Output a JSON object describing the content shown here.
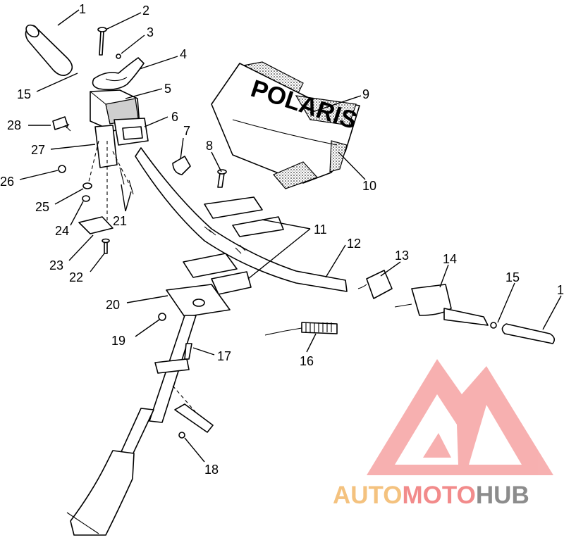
{
  "diagram": {
    "brand_text": "POLARIS",
    "part_labels": [
      {
        "id": "p1a",
        "text": "1"
      },
      {
        "id": "p2",
        "text": "2"
      },
      {
        "id": "p3",
        "text": "3"
      },
      {
        "id": "p4",
        "text": "4"
      },
      {
        "id": "p15a",
        "text": "15"
      },
      {
        "id": "p5",
        "text": "5"
      },
      {
        "id": "p28",
        "text": "28"
      },
      {
        "id": "p6",
        "text": "6"
      },
      {
        "id": "p9",
        "text": "9"
      },
      {
        "id": "p7",
        "text": "7"
      },
      {
        "id": "p27",
        "text": "27"
      },
      {
        "id": "p8",
        "text": "8"
      },
      {
        "id": "p26",
        "text": "26"
      },
      {
        "id": "p10",
        "text": "10"
      },
      {
        "id": "p25",
        "text": "25"
      },
      {
        "id": "p24",
        "text": "24"
      },
      {
        "id": "p21",
        "text": "21"
      },
      {
        "id": "p11",
        "text": "11"
      },
      {
        "id": "p12",
        "text": "12"
      },
      {
        "id": "p23",
        "text": "23"
      },
      {
        "id": "p13",
        "text": "13"
      },
      {
        "id": "p14",
        "text": "14"
      },
      {
        "id": "p22",
        "text": "22"
      },
      {
        "id": "p15b",
        "text": "15"
      },
      {
        "id": "p1b",
        "text": "1"
      },
      {
        "id": "p20",
        "text": "20"
      },
      {
        "id": "p19",
        "text": "19"
      },
      {
        "id": "p17",
        "text": "17"
      },
      {
        "id": "p16",
        "text": "16"
      },
      {
        "id": "p18",
        "text": "18"
      }
    ]
  },
  "watermark": {
    "part1": "AUTO",
    "part2": "MOTO",
    "part3": "HUB",
    "colors": {
      "auto": "#f4c27f",
      "moto": "#f28b8b",
      "hub": "#8c8c8c",
      "logo": "#f07c7c"
    }
  }
}
